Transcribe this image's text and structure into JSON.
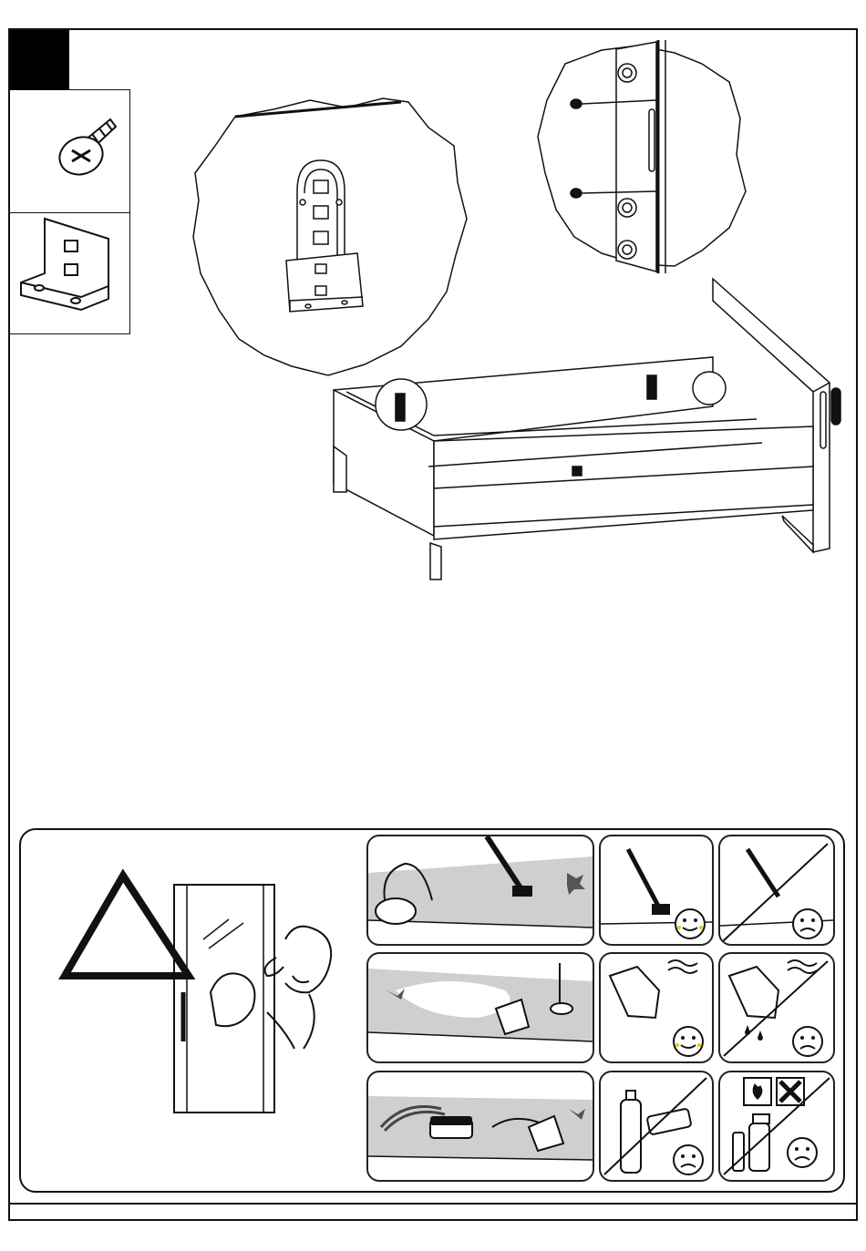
{
  "page": {
    "step_number": ""
  },
  "parts": [
    {
      "name": "screw",
      "icon": "screw-icon"
    },
    {
      "name": "bracket",
      "icon": "bracket-icon"
    }
  ],
  "care_panel": {
    "warning_icon": "warning-triangle-icon",
    "cells": [
      {
        "icon": "vacuum-brush-icon",
        "verdict": ""
      },
      {
        "icon": "soft-brush-icon",
        "verdict": "ok"
      },
      {
        "icon": "hard-brush-icon",
        "verdict": "not-ok"
      },
      {
        "icon": "spill-wipe-icon",
        "verdict": ""
      },
      {
        "icon": "damp-cloth-icon",
        "verdict": "ok"
      },
      {
        "icon": "wet-cloth-icon",
        "verdict": "not-ok"
      },
      {
        "icon": "sponge-wipe-icon",
        "verdict": ""
      },
      {
        "icon": "abrasive-cleaner-icon",
        "verdict": "not-ok"
      },
      {
        "icon": "chemical-spray-icon",
        "verdict": "not-ok"
      }
    ]
  },
  "colors": {
    "ink": "#111111",
    "shade": "#cfcfcf",
    "paper": "#ffffff",
    "highlight": "#f2c200"
  }
}
